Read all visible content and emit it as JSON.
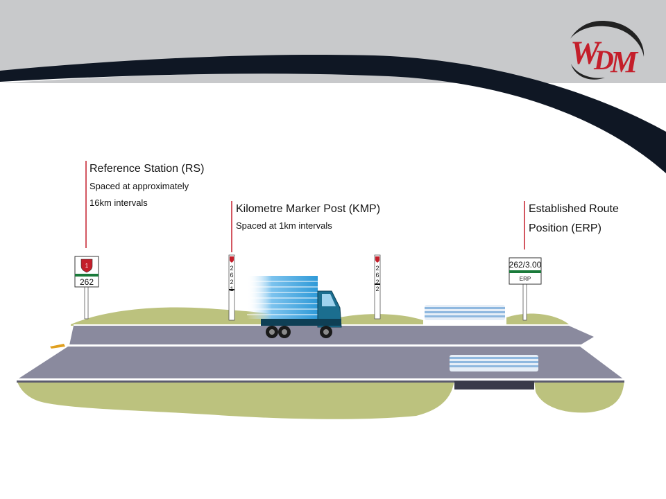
{
  "logo": {
    "parts": [
      "W",
      "D",
      "M"
    ],
    "color": "#c41e2a",
    "swoosh_color": "#222222"
  },
  "header": {
    "band_color": "#c8c9cb",
    "swoosh_color": "#0f1724"
  },
  "callouts": {
    "rs": {
      "title": "Reference Station (RS)",
      "line1": "Spaced at approximately",
      "line2": "16km intervals"
    },
    "kmp": {
      "title": "Kilometre Marker Post (KMP)",
      "line1": "Spaced at 1km intervals"
    },
    "erp": {
      "title_line1": "Established Route",
      "title_line2": "Position (ERP)"
    }
  },
  "signs": {
    "rs": {
      "shield_number": "1",
      "number": "262"
    },
    "kmp1": {
      "digits": [
        "2",
        "6",
        "2",
        "1"
      ]
    },
    "kmp2": {
      "digits": [
        "2",
        "6",
        "2",
        "2"
      ]
    },
    "erp": {
      "value": "262/3.00",
      "label": "ERP"
    }
  },
  "colors": {
    "road": "#8a8a9e",
    "grass": "#bcc27e",
    "truck_cab": "#1b6e8f",
    "truck_cargo": "#2f9ad8",
    "leader_line": "#c41e2a",
    "sign_green": "#1a7a3a"
  },
  "icons": {
    "truck": "truck-icon",
    "shield": "route-shield-icon"
  }
}
